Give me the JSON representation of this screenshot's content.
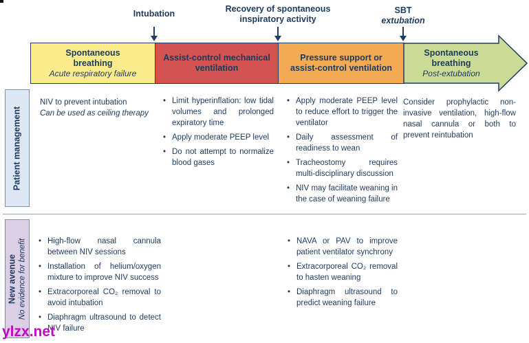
{
  "timeline": {
    "intubation": "Intubation",
    "recovery_line1": "Recovery of spontaneous",
    "recovery_line2": "inspiratory activity",
    "sbt": "SBT",
    "sbt_sub": "extubation"
  },
  "phases": [
    {
      "title": "Spontaneous breathing",
      "title_line1": "Spontaneous",
      "title_line2": "breathing",
      "subtitle": "Acute respiratory failure",
      "color": "#FBEC8B"
    },
    {
      "title_line1": "Assist-control mechanical",
      "title_line2": "ventilation",
      "subtitle": "",
      "color": "#D25451"
    },
    {
      "title_line1": "Pressure support or",
      "title_line2": "assist-control ventilation",
      "subtitle": "",
      "color": "#F4AA52"
    },
    {
      "title_line1": "Spontaneous",
      "title_line2": "breathing",
      "subtitle": "Post-extubation",
      "color": "#CBDB95"
    }
  ],
  "rows": {
    "management": {
      "label": "Patient management",
      "col1_line1": "NIV to prevent intubation",
      "col1_line2": "Can be used as ceiling therapy",
      "col2": [
        "Limit hyperinflation: low tidal volumes and prolonged expiratory time",
        "Apply moderate PEEP level",
        "Do not attempt to normalize blood gases"
      ],
      "col3": [
        "Apply moderate PEEP level to reduce effort to trigger the ventilator",
        "Daily assessment of readiness to wean",
        "Tracheostomy requires multi-disciplinary discussion",
        "NIV may facilitate weaning in the case of weaning failure"
      ],
      "col4": "Consider prophylactic non-invasive ventilation, high-flow nasal cannula or both to prevent reintubation"
    },
    "new_avenue": {
      "label": "New avenue",
      "sublabel": "No evidence for benefit",
      "col1": [
        "High-flow nasal cannula between NIV sessions",
        "Installation of helium/oxygen mixture to improve NIV success",
        "Extracorporeal CO₂ removal to avoid intubation",
        "Diaphragm ultrasound to detect NIV failure"
      ],
      "col3": [
        "NAVA or PAV to improve patient ventilator synchrony",
        "Extracorporeal CO₂ removal to hasten weaning",
        "Diaphragm ultrasound to predict weaning failure"
      ]
    }
  },
  "watermark": "ylzx.net",
  "colors": {
    "text_navy": "#1c3a5f",
    "bar_border": "#1e3c63",
    "phase_yellow": "#FBEC8B",
    "phase_red": "#D25451",
    "phase_orange": "#F4AA52",
    "phase_green": "#CBDB95",
    "sidebar_blue": "#DEE7F4",
    "sidebar_purple": "#DBCFE5",
    "sidebar_border": "#7d8fa9",
    "watermark_magenta": "#c503c5"
  }
}
